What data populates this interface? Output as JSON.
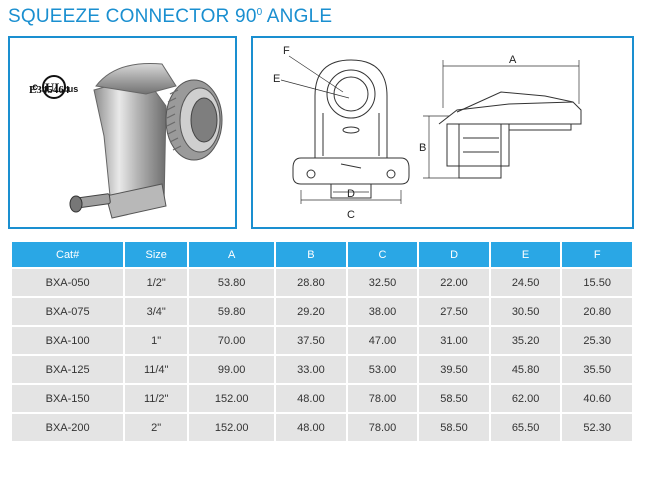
{
  "title": {
    "text": "SQUEEZE CONNECTOR 90",
    "degree": "0",
    "suffix": " ANGLE"
  },
  "certification": {
    "file_number": "E345464",
    "mark_c": "c",
    "mark_ul": "UL",
    "mark_us": "us"
  },
  "drawing_labels": {
    "a": "A",
    "b": "B",
    "c": "C",
    "d": "D",
    "e": "E",
    "f": "F"
  },
  "table": {
    "headers": [
      "Cat#",
      "Size",
      "A",
      "B",
      "C",
      "D",
      "E",
      "F"
    ],
    "rows": [
      [
        "BXA-050",
        "1/2\"",
        "53.80",
        "28.80",
        "32.50",
        "22.00",
        "24.50",
        "15.50"
      ],
      [
        "BXA-075",
        "3/4\"",
        "59.80",
        "29.20",
        "38.00",
        "27.50",
        "30.50",
        "20.80"
      ],
      [
        "BXA-100",
        "1\"",
        "70.00",
        "37.50",
        "47.00",
        "31.00",
        "35.20",
        "25.30"
      ],
      [
        "BXA-125",
        "11/4\"",
        "99.00",
        "33.00",
        "53.00",
        "39.50",
        "45.80",
        "35.50"
      ],
      [
        "BXA-150",
        "11/2\"",
        "152.00",
        "48.00",
        "78.00",
        "58.50",
        "62.00",
        "40.60"
      ],
      [
        "BXA-200",
        "2\"",
        "152.00",
        "48.00",
        "78.00",
        "58.50",
        "65.50",
        "52.30"
      ]
    ]
  }
}
